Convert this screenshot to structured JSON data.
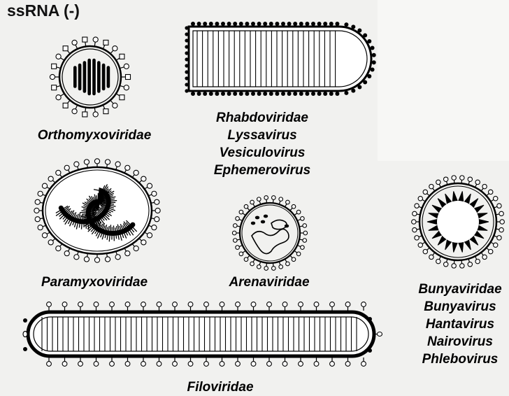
{
  "title": "ssRNA (-)",
  "families": [
    {
      "name": "Orthomyxoviridae",
      "genera": []
    },
    {
      "name": "Rhabdoviridae",
      "genera": [
        "Lyssavirus",
        "Vesiculovirus",
        "Ephemerovirus"
      ]
    },
    {
      "name": "Paramyxoviridae",
      "genera": []
    },
    {
      "name": "Arenaviridae",
      "genera": []
    },
    {
      "name": "Bunyaviridae",
      "genera": [
        "Bunyavirus",
        "Hantavirus",
        "Nairovirus",
        "Phlebovirus"
      ]
    },
    {
      "name": "Filoviridae",
      "genera": []
    }
  ],
  "colors": {
    "ink": "#000000",
    "background": "#f1f1ef"
  }
}
